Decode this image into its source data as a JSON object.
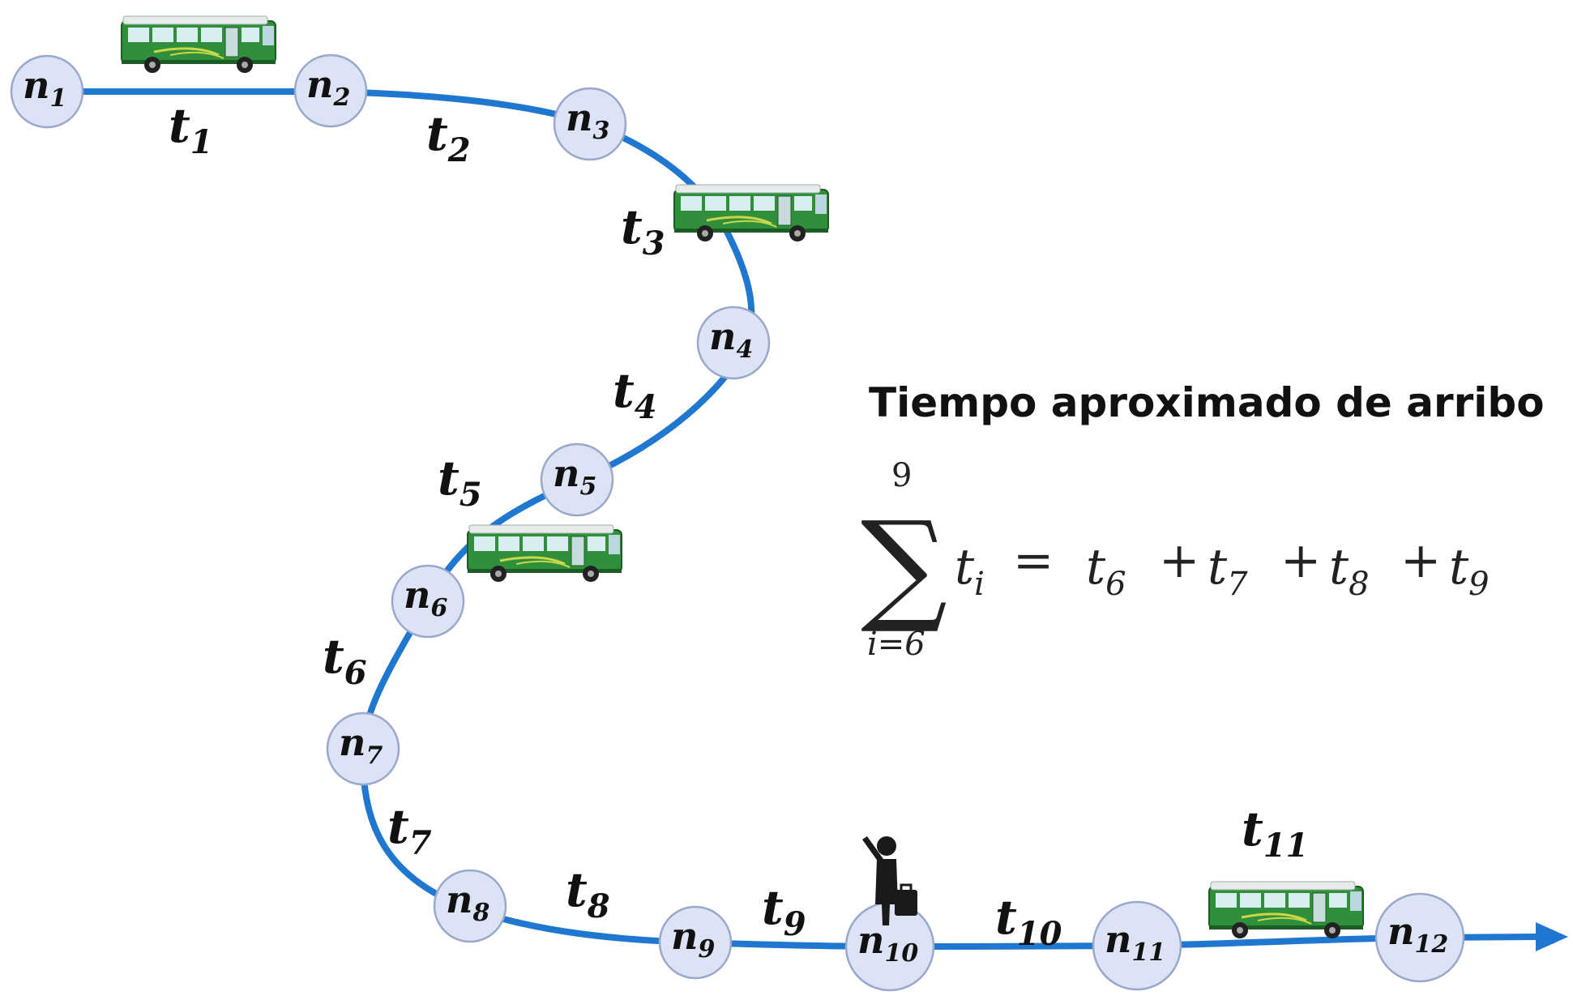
{
  "colors": {
    "route": "#1f77d0",
    "node_fill": "#dbe3f5",
    "node_stroke": "#9aa8cc",
    "bus_body": "#2f8f3a",
    "bus_window": "#d9eef0",
    "person": "#1a1a1a"
  },
  "nodes": [
    {
      "id": "n1",
      "base": "n",
      "sub": "1"
    },
    {
      "id": "n2",
      "base": "n",
      "sub": "2"
    },
    {
      "id": "n3",
      "base": "n",
      "sub": "3"
    },
    {
      "id": "n4",
      "base": "n",
      "sub": "4"
    },
    {
      "id": "n5",
      "base": "n",
      "sub": "5"
    },
    {
      "id": "n6",
      "base": "n",
      "sub": "6"
    },
    {
      "id": "n7",
      "base": "n",
      "sub": "7"
    },
    {
      "id": "n8",
      "base": "n",
      "sub": "8"
    },
    {
      "id": "n9",
      "base": "n",
      "sub": "9"
    },
    {
      "id": "n10",
      "base": "n",
      "sub": "10"
    },
    {
      "id": "n11",
      "base": "n",
      "sub": "11"
    },
    {
      "id": "n12",
      "base": "n",
      "sub": "12"
    }
  ],
  "segments": [
    {
      "id": "t1",
      "base": "t",
      "sub": "1"
    },
    {
      "id": "t2",
      "base": "t",
      "sub": "2"
    },
    {
      "id": "t3",
      "base": "t",
      "sub": "3"
    },
    {
      "id": "t4",
      "base": "t",
      "sub": "4"
    },
    {
      "id": "t5",
      "base": "t",
      "sub": "5"
    },
    {
      "id": "t6",
      "base": "t",
      "sub": "6"
    },
    {
      "id": "t7",
      "base": "t",
      "sub": "7"
    },
    {
      "id": "t8",
      "base": "t",
      "sub": "8"
    },
    {
      "id": "t9",
      "base": "t",
      "sub": "9"
    },
    {
      "id": "t10",
      "base": "t",
      "sub": "10"
    },
    {
      "id": "t11",
      "base": "t",
      "sub": "11"
    }
  ],
  "icons": {
    "bus": "bus-icon",
    "passenger": "waiting-passenger-icon",
    "arrow": "route-arrow-icon"
  },
  "heading": "Tiempo aproximado de arribo",
  "formula": {
    "sum_symbol": "∑",
    "upper_limit": "9",
    "lower_limit": "i=6",
    "term_base": "t",
    "term_sub": "i",
    "equals": "=",
    "plus": "+",
    "rhs": [
      {
        "base": "t",
        "sub": "6"
      },
      {
        "base": "t",
        "sub": "7"
      },
      {
        "base": "t",
        "sub": "8"
      },
      {
        "base": "t",
        "sub": "9"
      }
    ]
  }
}
